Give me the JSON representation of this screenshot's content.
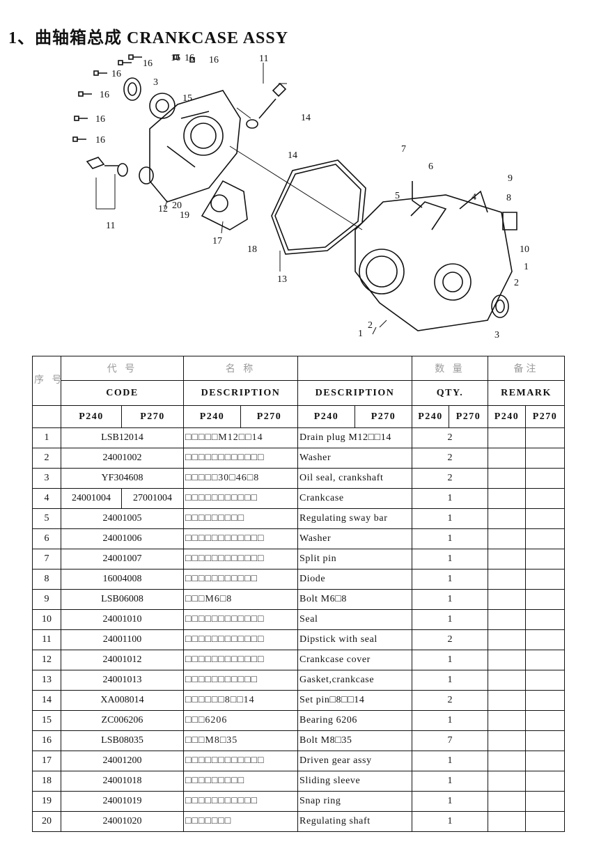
{
  "page": {
    "title": "1、曲轴箱总成   CRANKCASE  ASSY"
  },
  "diagram": {
    "callouts": [
      "16",
      "16",
      "16",
      "16",
      "3",
      "15",
      "16",
      "16",
      "16",
      "16",
      "11",
      "14",
      "14",
      "11",
      "12",
      "20",
      "19",
      "17",
      "18",
      "13",
      "7",
      "6",
      "5",
      "4",
      "9",
      "8",
      "10",
      "1",
      "2",
      "3",
      "2",
      "1"
    ]
  },
  "table": {
    "corner": "序 号",
    "header_row1": [
      "代  号",
      "名  称",
      "",
      "数  量",
      "备注"
    ],
    "header_row2": [
      "CODE",
      "DESCRIPTION",
      "DESCRIPTION",
      "QTY.",
      "REMARK"
    ],
    "header_row3": [
      "P240",
      "P270",
      "P240",
      "P270",
      "P240",
      "P270",
      "P240",
      "P270",
      "P240",
      "P270"
    ],
    "rows": [
      {
        "no": "1",
        "code240": "LSB12014",
        "code270": "",
        "cn": "□□□□□M12□□14",
        "en": "Drain plug M12□□14",
        "qty240": "2",
        "qty270": ""
      },
      {
        "no": "2",
        "code240": "24001002",
        "code270": "",
        "cn": "□□□□□□□□□□□□",
        "en": "Washer",
        "qty240": "2",
        "qty270": ""
      },
      {
        "no": "3",
        "code240": "YF304608",
        "code270": "",
        "cn": "□□□□□30□46□8",
        "en": "Oil seal, crankshaft",
        "qty240": "2",
        "qty270": ""
      },
      {
        "no": "4",
        "code240": "24001004",
        "code270": "27001004",
        "cn": "□□□□□□□□□□□",
        "en": "Crankcase",
        "qty240": "1",
        "qty270": ""
      },
      {
        "no": "5",
        "code240": "24001005",
        "code270": "",
        "cn": "□□□□□□□□□",
        "en": "Regulating sway bar",
        "qty240": "1",
        "qty270": ""
      },
      {
        "no": "6",
        "code240": "24001006",
        "code270": "",
        "cn": "□□□□□□□□□□□□",
        "en": "Washer",
        "qty240": "1",
        "qty270": ""
      },
      {
        "no": "7",
        "code240": "24001007",
        "code270": "",
        "cn": "□□□□□□□□□□□□",
        "en": "Split pin",
        "qty240": "1",
        "qty270": ""
      },
      {
        "no": "8",
        "code240": "16004008",
        "code270": "",
        "cn": "□□□□□□□□□□□",
        "en": "Diode",
        "qty240": "1",
        "qty270": ""
      },
      {
        "no": "9",
        "code240": "LSB06008",
        "code270": "",
        "cn": "□□□M6□8",
        "en": "Bolt M6□8",
        "qty240": "1",
        "qty270": ""
      },
      {
        "no": "10",
        "code240": "24001010",
        "code270": "",
        "cn": "□□□□□□□□□□□□",
        "en": "Seal",
        "qty240": "1",
        "qty270": ""
      },
      {
        "no": "11",
        "code240": "24001100",
        "code270": "",
        "cn": "□□□□□□□□□□□□",
        "en": "Dipstick with seal",
        "qty240": "2",
        "qty270": ""
      },
      {
        "no": "12",
        "code240": "24001012",
        "code270": "",
        "cn": "□□□□□□□□□□□□",
        "en": "Crankcase cover",
        "qty240": "1",
        "qty270": ""
      },
      {
        "no": "13",
        "code240": "24001013",
        "code270": "",
        "cn": "□□□□□□□□□□□",
        "en": "Gasket,crankcase",
        "qty240": "1",
        "qty270": ""
      },
      {
        "no": "14",
        "code240": "XA008014",
        "code270": "",
        "cn": "□□□□□□8□□14",
        "en": "Set pin□8□□14",
        "qty240": "2",
        "qty270": ""
      },
      {
        "no": "15",
        "code240": "ZC006206",
        "code270": "",
        "cn": "□□□6206",
        "en": "Bearing 6206",
        "qty240": "1",
        "qty270": ""
      },
      {
        "no": "16",
        "code240": "LSB08035",
        "code270": "",
        "cn": "□□□M8□35",
        "en": "Bolt M8□35",
        "qty240": "7",
        "qty270": ""
      },
      {
        "no": "17",
        "code240": "24001200",
        "code270": "",
        "cn": "□□□□□□□□□□□□",
        "en": "Driven gear assy",
        "qty240": "1",
        "qty270": ""
      },
      {
        "no": "18",
        "code240": "24001018",
        "code270": "",
        "cn": "□□□□□□□□□",
        "en": "Sliding sleeve",
        "qty240": "1",
        "qty270": ""
      },
      {
        "no": "19",
        "code240": "24001019",
        "code270": "",
        "cn": "□□□□□□□□□□□",
        "en": "Snap ring",
        "qty240": "1",
        "qty270": ""
      },
      {
        "no": "20",
        "code240": "24001020",
        "code270": "",
        "cn": "□□□□□□□",
        "en": "Regulating shaft",
        "qty240": "1",
        "qty270": ""
      }
    ]
  }
}
